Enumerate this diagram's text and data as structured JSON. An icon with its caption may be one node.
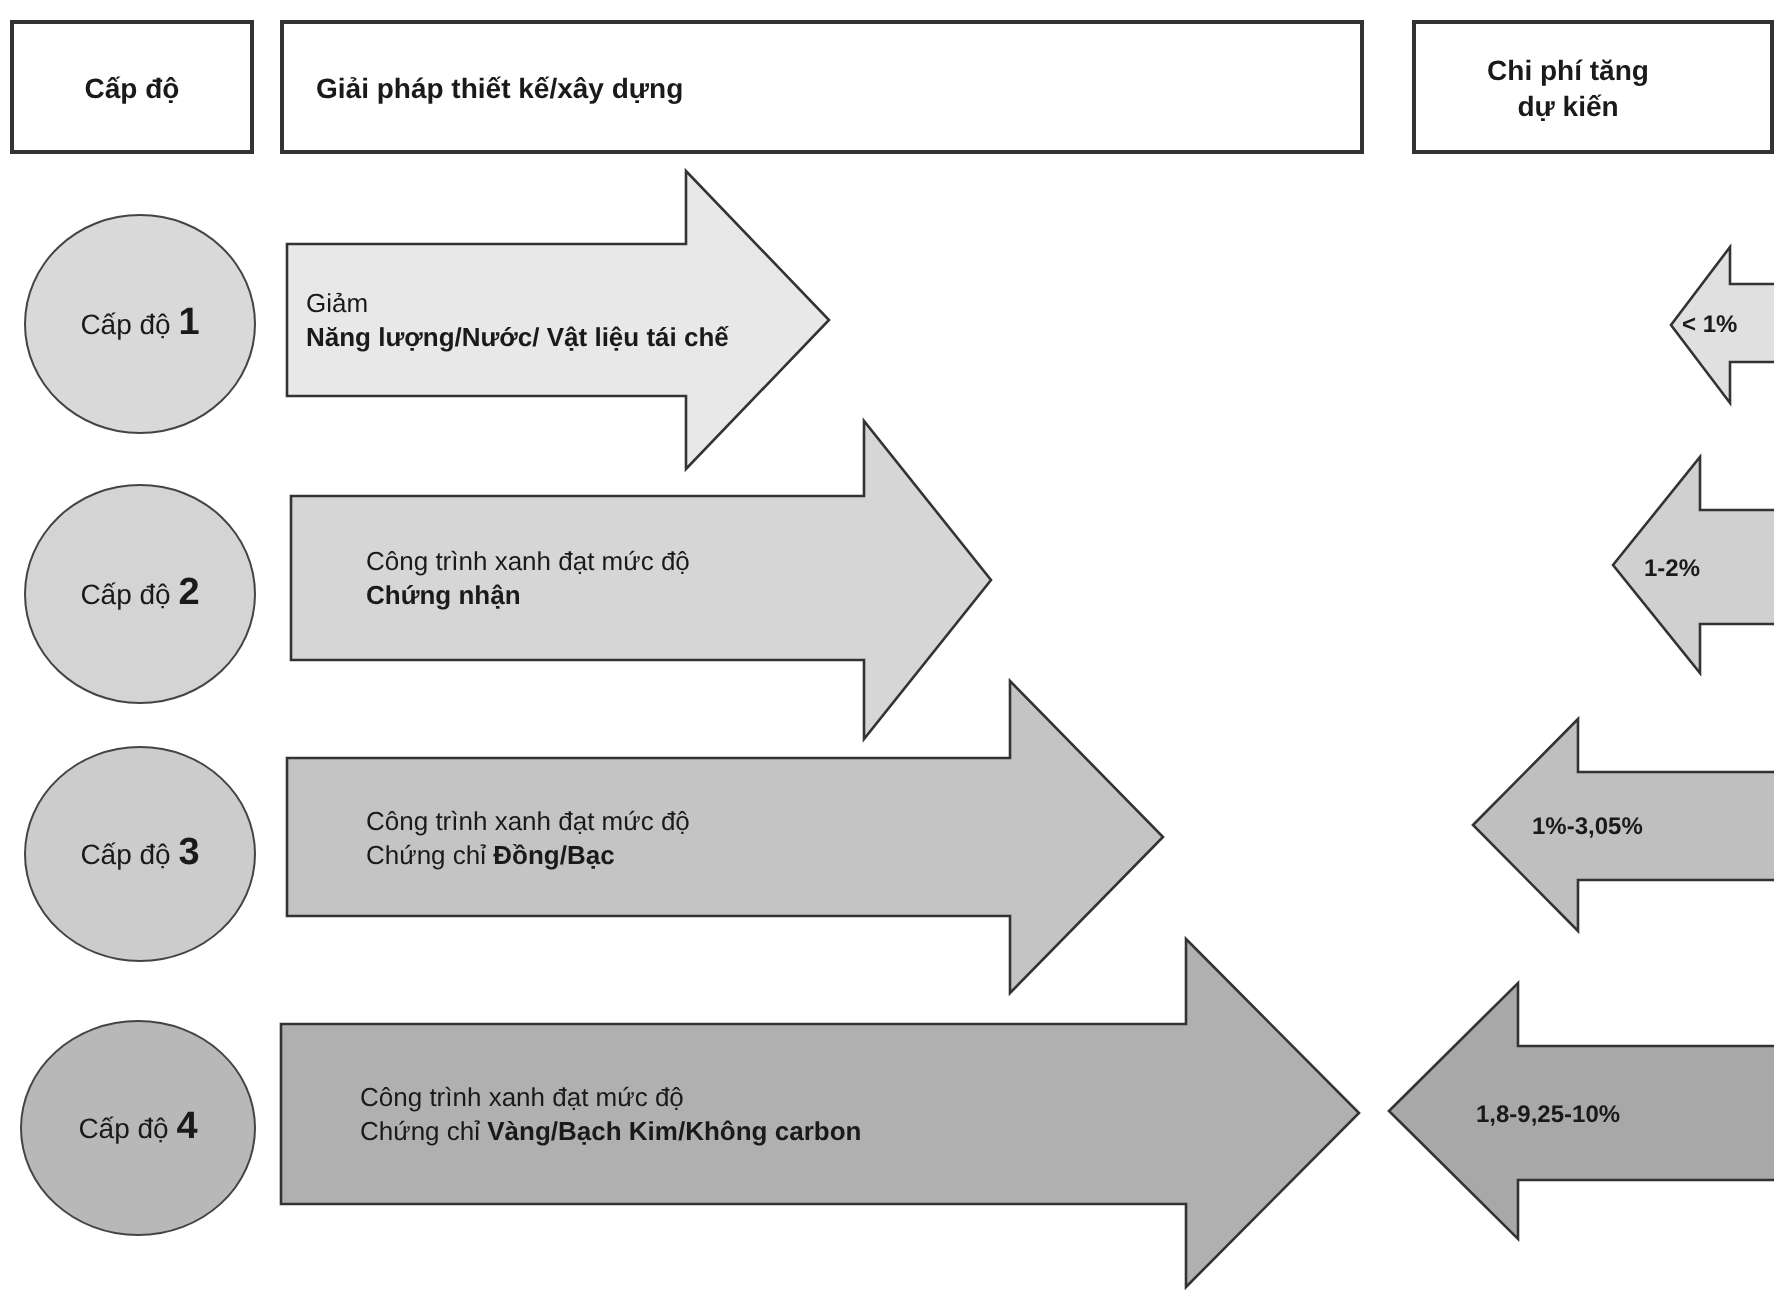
{
  "diagram": {
    "nodes": [
      {
        "text": [
          "Cấp độ"
        ]
      },
      {
        "text": [
          "Giải pháp thiết kế/xây dựng"
        ]
      },
      {
        "text": [
          "Chi phí tăng dự kiến"
        ]
      },
      {
        "text": [
          "Cấp độ **1**"
        ]
      },
      {
        "text": [
          "Giảm",
          "**Năng lượng/Nước/ Vật liệu tái chế**"
        ]
      },
      {
        "text": [
          "< 1%"
        ]
      },
      {
        "text": [
          "Cấp độ **2**"
        ]
      },
      {
        "text": [
          "Công trình xanh đạt mức độ",
          "**Chứng nhận**"
        ]
      },
      {
        "text": [
          "1-2%"
        ]
      },
      {
        "text": [
          "Cấp độ **3**"
        ]
      },
      {
        "text": [
          "Công trình xanh đạt mức độ",
          "Chứng chỉ **Đồng/Bạc**"
        ]
      },
      {
        "text": [
          "1%-3,05%"
        ]
      },
      {
        "text": [
          "Cấp độ **4**"
        ]
      },
      {
        "text": [
          "Công trình xanh đạt mức độ",
          "Chứng chỉ **Vàng/Bạch Kim/Không carbon**"
        ]
      },
      {
        "text": [
          "1,8-9,25-10%"
        ]
      }
    ]
  }
}
